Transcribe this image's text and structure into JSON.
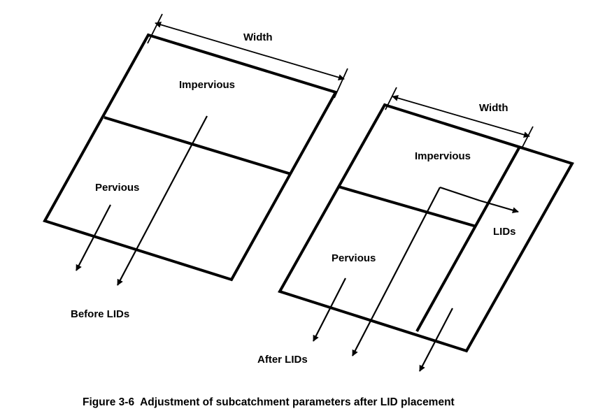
{
  "before": {
    "width_label": "Width",
    "impervious_label": "Impervious",
    "pervious_label": "Pervious",
    "caption": "Before LIDs"
  },
  "after": {
    "width_label": "Width",
    "impervious_label": "Impervious",
    "pervious_label": "Pervious",
    "lids_label": "LIDs",
    "caption": "After LIDs"
  },
  "figure_caption": "Figure 3-6  Adjustment of subcatchment parameters after LID placement"
}
